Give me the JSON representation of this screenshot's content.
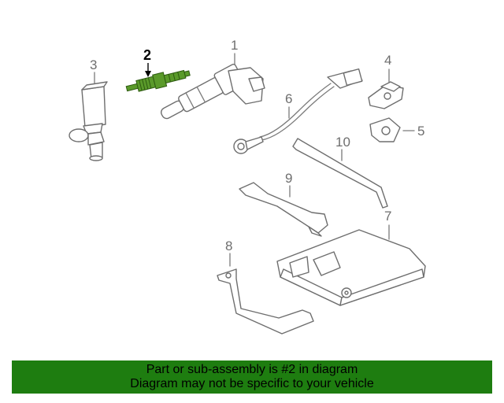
{
  "diagram": {
    "callouts": [
      "1",
      "2",
      "3",
      "4",
      "5",
      "6",
      "7",
      "8",
      "9",
      "10"
    ],
    "highlight_color": "#5a9a2a"
  },
  "caption": {
    "line1": "Part or sub-assembly is #2 in diagram",
    "line2": "Diagram may not be specific to your vehicle",
    "background_color": "#1e7d10"
  }
}
